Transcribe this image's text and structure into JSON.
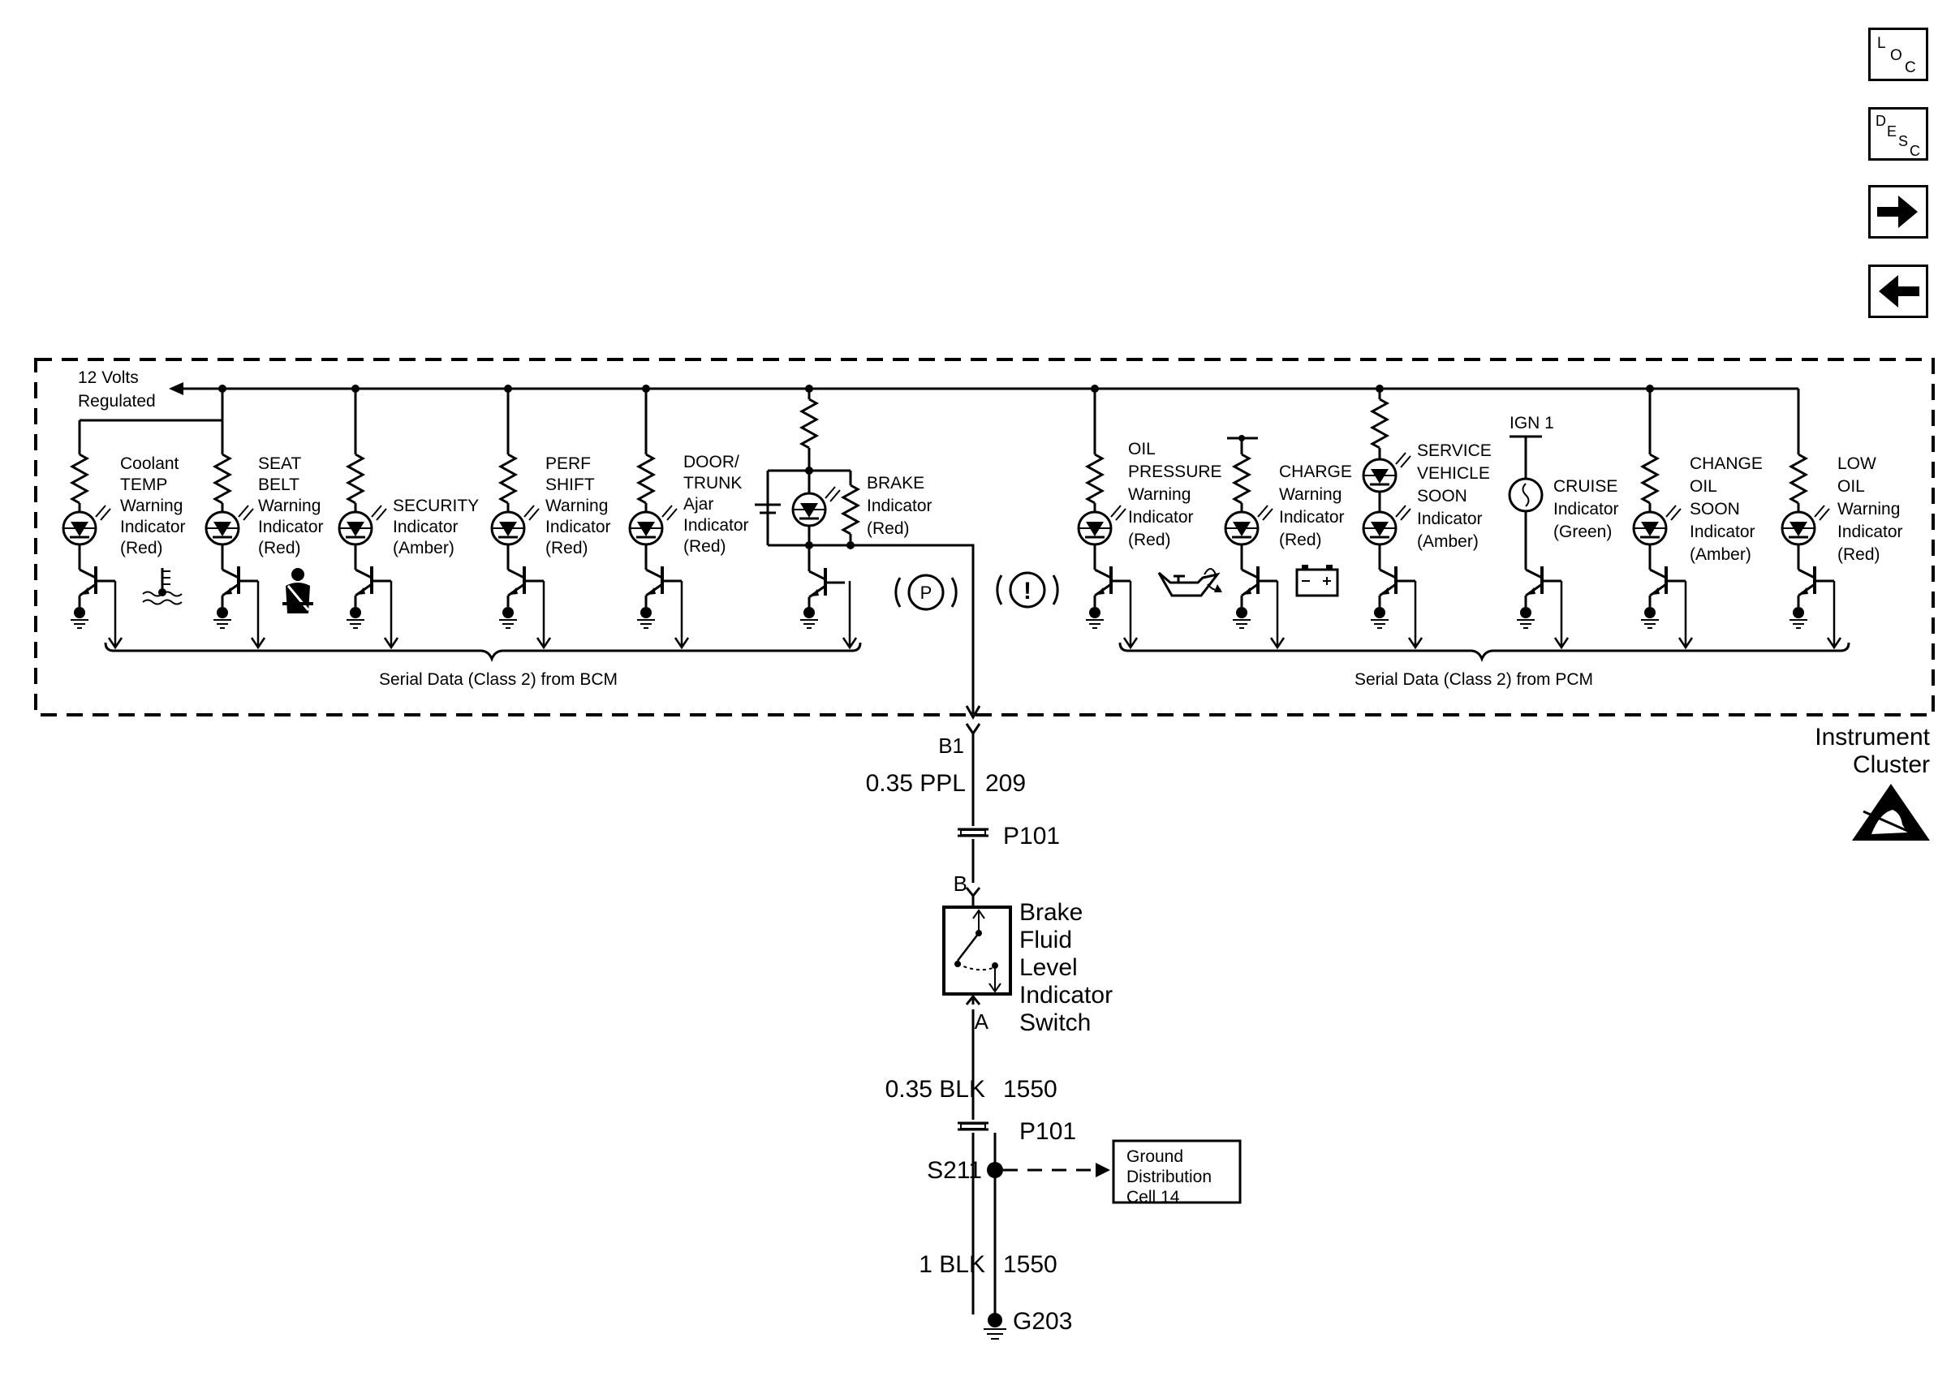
{
  "nav": {
    "loc": {
      "l1": "L",
      "l2": "O",
      "l3": "C"
    },
    "desc": {
      "l1": "D",
      "l2": "E",
      "l3": "S",
      "l4": "C"
    },
    "next_icon": "arrow-right-icon",
    "prev_icon": "arrow-left-icon"
  },
  "cluster": {
    "supply": {
      "l1": "12 Volts",
      "l2": "Regulated"
    },
    "bcm_bus": "Serial Data (Class 2) from BCM",
    "pcm_bus": "Serial Data (Class 2) from PCM",
    "name": {
      "l1": "Instrument",
      "l2": "Cluster"
    },
    "esd_icon": "esd-sensitive-icon",
    "ign_label": "IGN 1",
    "indicators": [
      {
        "lines": [
          "Coolant",
          "TEMP",
          "Warning",
          "Indicator",
          "(Red)"
        ],
        "icon": "coolant-temp-icon"
      },
      {
        "lines": [
          "SEAT",
          "BELT",
          "Warning",
          "Indicator",
          "(Red)"
        ],
        "icon": "seat-belt-icon"
      },
      {
        "lines": [
          "SECURITY",
          "Indicator",
          "(Amber)"
        ]
      },
      {
        "lines": [
          "PERF",
          "SHIFT",
          "Warning",
          "Indicator",
          "(Red)"
        ]
      },
      {
        "lines": [
          "DOOR/",
          "TRUNK",
          "Ajar",
          "Indicator",
          "(Red)"
        ]
      },
      {
        "lines": [
          "BRAKE",
          "Indicator",
          "(Red)"
        ],
        "icons": [
          "parking-brake-icon",
          "brake-warning-icon"
        ]
      },
      {
        "lines": [
          "OIL",
          "PRESSURE",
          "Warning",
          "Indicator",
          "(Red)"
        ],
        "icon": "oil-can-icon"
      },
      {
        "lines": [
          "CHARGE",
          "Warning",
          "Indicator",
          "(Red)"
        ],
        "icon": "battery-icon"
      },
      {
        "lines": [
          "SERVICE",
          "VEHICLE",
          "SOON",
          "Indicator",
          "(Amber)"
        ]
      },
      {
        "lines": [
          "CRUISE",
          "Indicator",
          "(Green)"
        ]
      },
      {
        "lines": [
          "CHANGE",
          "OIL",
          "SOON",
          "Indicator",
          "(Amber)"
        ]
      },
      {
        "lines": [
          "LOW",
          "OIL",
          "Warning",
          "Indicator",
          "(Red)"
        ]
      }
    ]
  },
  "circuit": {
    "pin_b1": "B1",
    "wire1": {
      "size": "0.35 PPL",
      "num": "209"
    },
    "conn1": "P101",
    "pin_b": "B",
    "switch": {
      "l1": "Brake",
      "l2": "Fluid",
      "l3": "Level",
      "l4": "Indicator",
      "l5": "Switch"
    },
    "pin_a": "A",
    "wire2": {
      "size": "0.35 BLK",
      "num": "1550"
    },
    "conn2": "P101",
    "splice": "S211",
    "ref": {
      "l1": "Ground",
      "l2": "Distribution",
      "l3": "Cell 14"
    },
    "wire3": {
      "size": "1 BLK",
      "num": "1550"
    },
    "ground": "G203"
  }
}
